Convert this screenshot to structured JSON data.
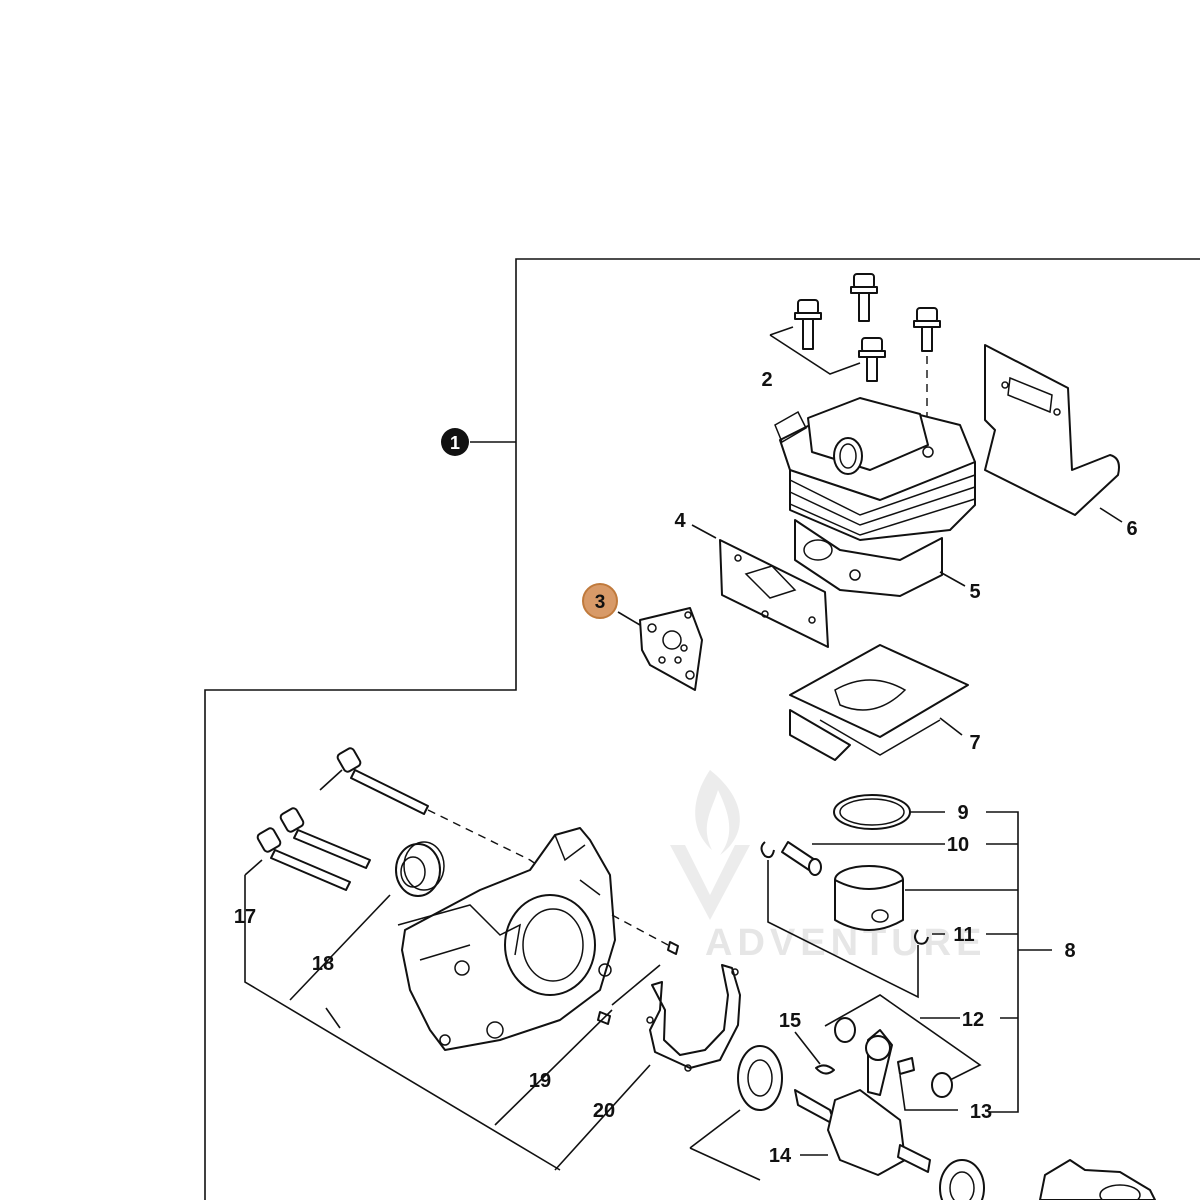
{
  "diagram": {
    "assembly_label": "1",
    "highlighted_label": "3",
    "colors": {
      "highlight_fill": "#d89a68",
      "highlight_stroke": "#c07a3c",
      "line": "#111111",
      "watermark": "#e6e6e6"
    },
    "labels": {
      "l2": "2",
      "l3": "3",
      "l4": "4",
      "l5": "5",
      "l6": "6",
      "l7": "7",
      "l8": "8",
      "l9": "9",
      "l10": "10",
      "l11": "11",
      "l12": "12",
      "l13": "13",
      "l14": "14",
      "l15": "15",
      "l17": "17",
      "l18": "18",
      "l19": "19",
      "l20": "20"
    },
    "watermark": "ADVENTURE"
  }
}
